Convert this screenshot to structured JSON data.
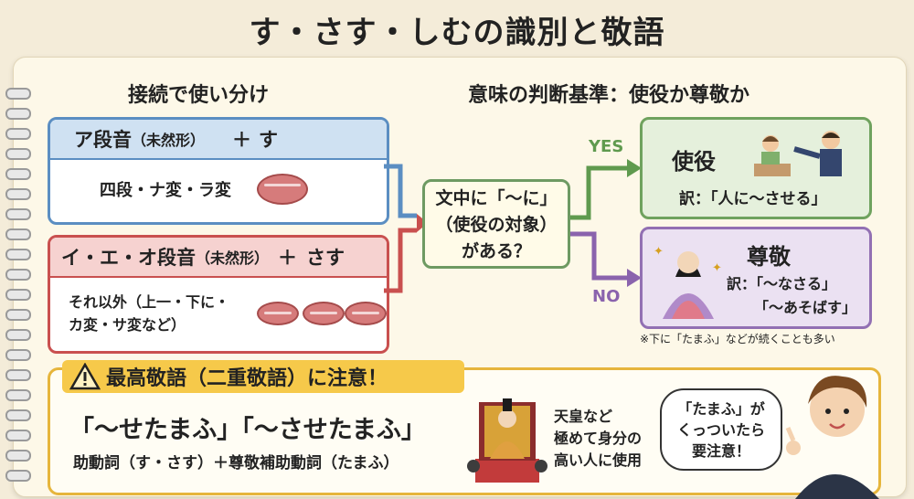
{
  "title": "す・さす・しむの識別と敬語",
  "left_heading": "接続で使い分け",
  "right_heading": "意味の判断基準：使役か尊敬か",
  "blue_box": {
    "head_main": "ア段音",
    "head_paren": "（未然形）",
    "head_plus": "＋",
    "head_aux": "す",
    "body": "四段・ナ変・ラ変"
  },
  "red_box": {
    "head_main": "イ・エ・オ段音",
    "head_paren": "（未然形）",
    "head_plus": "＋",
    "head_aux": "さす",
    "body_line1": "それ以外（上一・下に・",
    "body_line2": "カ変・サ変など）"
  },
  "question": {
    "line1": "文中に「〜に」",
    "line2": "（使役の対象）",
    "line3": "がある？"
  },
  "yes_label": "YES",
  "no_label": "NO",
  "causative": {
    "title": "使役",
    "translation": "訳：「人に〜させる」"
  },
  "honorific": {
    "title": "尊敬",
    "translation_line1": "訳：「〜なさる」",
    "translation_line2": "「〜あそばす」"
  },
  "note": "※下に「たまふ」などが続くことも多い",
  "warning": {
    "heading": "最高敬語（二重敬語）に注意！",
    "phrase": "「〜せたまふ」「〜させたまふ」",
    "explanation": "助動詞（す・さす）＋尊敬補助動詞（たまふ）",
    "usage_line1": "天皇など",
    "usage_line2": "極めて身分の",
    "usage_line3": "高い人に使用",
    "bubble_line1": "「たまふ」が",
    "bubble_line2": "くっついたら",
    "bubble_line3": "要注意！"
  },
  "colors": {
    "blue": "#5b8ec2",
    "red": "#c9504f",
    "green": "#5f9a4e",
    "purple": "#8a63ad",
    "yellow": "#f6c94a"
  }
}
